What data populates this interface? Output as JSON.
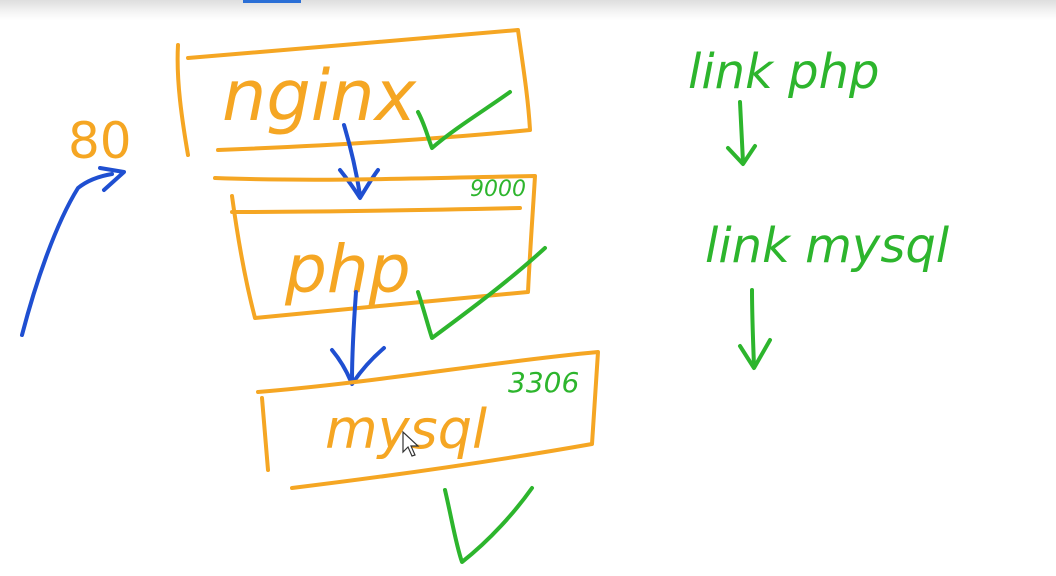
{
  "colors": {
    "orange": "#f5a623",
    "green": "#2db52d",
    "blue": "#1f4fd1",
    "toolbar_accent": "#2b6fd6"
  },
  "diagram": {
    "port_label": "80",
    "boxes": [
      {
        "label": "nginx",
        "port": ""
      },
      {
        "label": "php",
        "port": "9000"
      },
      {
        "label": "mysql",
        "port": "3306"
      }
    ],
    "notes": [
      "link php",
      "link mysql"
    ]
  }
}
